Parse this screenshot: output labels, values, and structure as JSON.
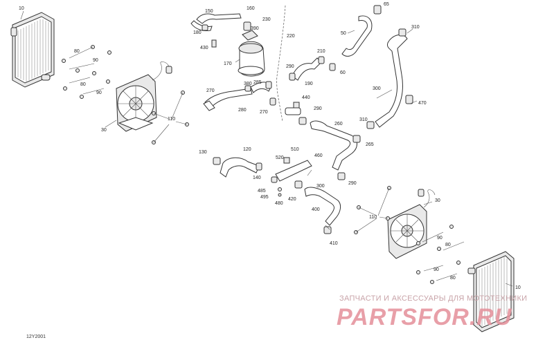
{
  "diagram": {
    "reference_code": "12Y2001",
    "watermark_text": "ЗАПЧАСТИ И АКСЕССУАРЫ ДЛЯ МОТОТЕХНИКИ",
    "watermark_logo": "PARTSFOR.RU",
    "callouts": {
      "c10a": "10",
      "c10b": "10",
      "c30a": "30",
      "c30b": "30",
      "c50": "50",
      "c60": "60",
      "c65": "65",
      "c80a": "80",
      "c80b": "80",
      "c80c": "80",
      "c80d": "80",
      "c90a": "90",
      "c90b": "90",
      "c90c": "90",
      "c90d": "90",
      "c110a": "110",
      "c110b": "110",
      "c120": "120",
      "c130": "130",
      "c140": "140",
      "c150": "150",
      "c160": "160",
      "c170": "170",
      "c180": "180",
      "c190": "190",
      "c210": "210",
      "c220": "220",
      "c230": "230",
      "c260": "260",
      "c265": "265",
      "c270a": "270",
      "c270b": "270",
      "c280": "280",
      "c285": "285",
      "c290a": "290",
      "c290b": "290",
      "c290c": "290",
      "c300a": "300",
      "c300b": "300",
      "c310a": "310",
      "c310b": "310",
      "c380": "380",
      "c390": "390",
      "c400": "400",
      "c410": "410",
      "c420": "420",
      "c430": "430",
      "c440": "440",
      "c460": "460",
      "c470": "470",
      "c480": "480",
      "c485": "485",
      "c495": "495",
      "c510": "510",
      "c520": "520"
    }
  }
}
